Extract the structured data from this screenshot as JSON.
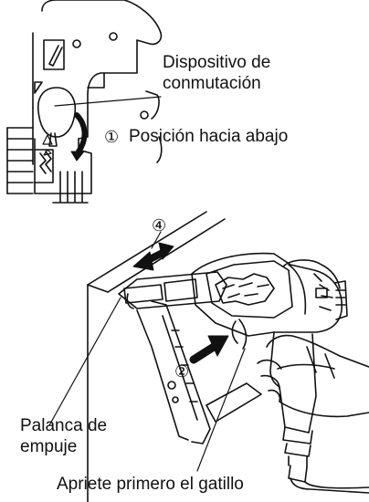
{
  "labels": {
    "switch_device_line1": "Dispositivo de",
    "switch_device_line2": "conmutación",
    "step1_number": "①",
    "step1_text": "Posición hacia abajo",
    "step4_number": "④",
    "step2_number": "②",
    "push_lever_line1": "Palanca de",
    "push_lever_line2": "empuje",
    "trigger_first": "Apriete primero el gatillo"
  },
  "colors": {
    "line": "#111111",
    "background": "#ffffff"
  }
}
